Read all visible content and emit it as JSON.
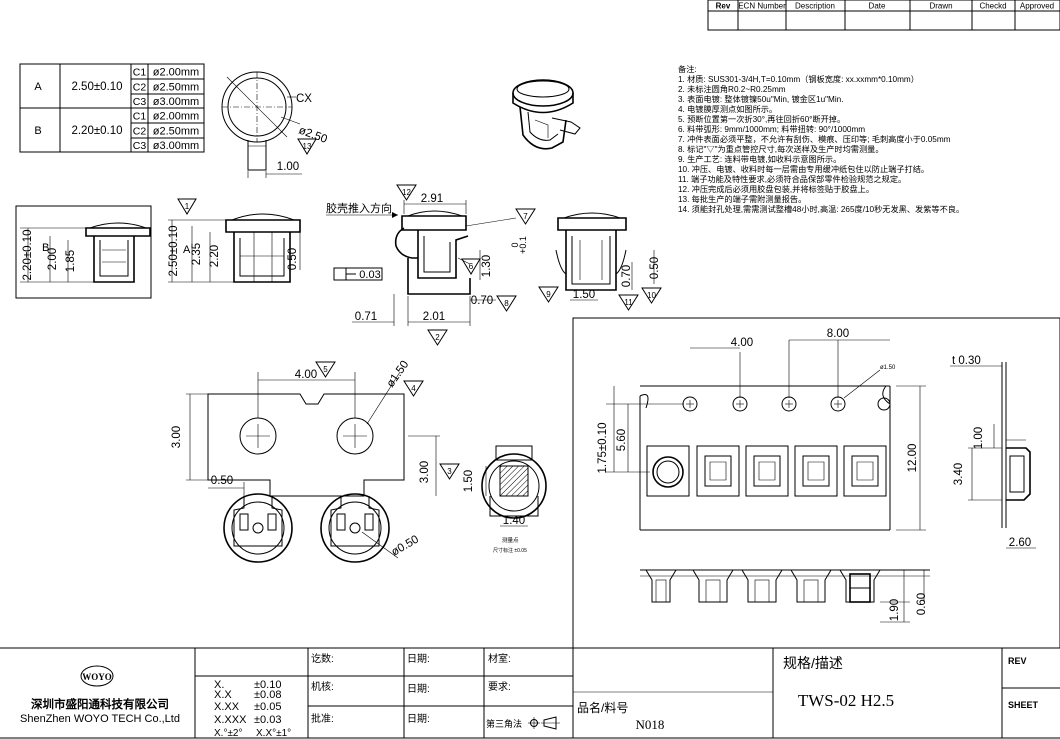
{
  "revision_table": {
    "headers": [
      "Rev",
      "ECN Number",
      "Description",
      "Date",
      "Drawn",
      "Checkd",
      "Approved"
    ]
  },
  "size_table": {
    "rows": [
      {
        "variant": "A",
        "dimension": "2.50±0.10",
        "options": [
          {
            "code": "C1",
            "dia": "ø2.00mm"
          },
          {
            "code": "C2",
            "dia": "ø2.50mm"
          },
          {
            "code": "C3",
            "dia": "ø3.00mm"
          }
        ]
      },
      {
        "variant": "B",
        "dimension": "2.20±0.10",
        "options": [
          {
            "code": "C1",
            "dia": "ø2.00mm"
          },
          {
            "code": "C2",
            "dia": "ø2.50mm"
          },
          {
            "code": "C3",
            "dia": "ø3.00mm"
          }
        ]
      }
    ]
  },
  "notes": {
    "title": "备注:",
    "items": [
      "1. 材质: SUS301-3/4H,T=0.10mm（钢板宽度: xx.xxmm*0.10mm）",
      "2. 未标注圆角R0.2~R0.25mm",
      "3. 表面电镀: 整体镀镍50u\"Min, 镀金区1u\"Min.",
      "4. 电镀膜厚测点如图所示。",
      "5. 预断位置第一次折30°,再往回折60°断开掉。",
      "6. 料带弧形: 9mm/1000mm; 料带扭转: 90°/1000mm",
      "7. 冲件表面必须平整，不允许有刮伤、模痕、压印等; 毛刺高度小于0.05mm",
      "8. 标记\"▽\"为重点管控尺寸,每次送样及生产时均需测量。",
      "9. 生产工艺: 连料带电镀,如收料示意图所示。",
      "10. 冲压、电镀、收料时每一层需由专用缓冲纸包住以防止端子打结。",
      "11. 端子功能及特性要求,必须符合品保部零件检验规范之规定。",
      "12. 冲压完成后必须用胶盘包装,并将标签贴于胶盘上。",
      "13. 每批生产的端子需附测量报告。",
      "14. 须能封孔处理,需需测试整槽48小时,高温: 265度/10秒无发黑、发紫等不良。"
    ]
  },
  "labels": {
    "push_direction": "胶壳推入方向",
    "cx": "CX",
    "measure_point": "测量点",
    "measure_sub": "尺寸标注 ±0.05"
  },
  "dims": {
    "top": {
      "d1": "ø2.50",
      "d2": "1.00",
      "b13": "13"
    },
    "side_left": {
      "a": "2.50±0.10",
      "b": "2.20±0.10",
      "v1": "2.00",
      "v2": "1.85",
      "v3": "2.35",
      "v4": "2.20",
      "v5": "0.50",
      "labA": "A",
      "labB": "B",
      "b1": "1"
    },
    "mid": {
      "w": "2.91",
      "b12": "12",
      "flat": "0.03",
      "w071": "0.71",
      "w201": "2.01",
      "b2": "2",
      "b6": "6",
      "h130": "1.30",
      "w070": "0.70",
      "b8": "8",
      "b7": "7",
      "tol": "0\n+0.1",
      "b9": "9",
      "w150": "1.50",
      "b11": "11",
      "b10": "10",
      "h070": "0.70",
      "h050": "0.50"
    },
    "bottom": {
      "p400": "4.00",
      "b5": "5",
      "d150": "ø1.50",
      "b4": "4",
      "h300": "3.00",
      "h300b": "3.00",
      "b3": "3",
      "w050": "0.50",
      "d050": "ø0.50",
      "h150": "1.50",
      "w140": "1.40"
    },
    "reel": {
      "p400": "4.00",
      "p800": "8.00",
      "d150": "ø1.50",
      "w1200": "12.00",
      "h175": "1.75±0.10",
      "h560": "5.60",
      "t": "t  0.30",
      "h100": "1.00",
      "h340": "3.40",
      "w260": "2.60",
      "h190": "1.90",
      "h060": "0.60"
    }
  },
  "title_block": {
    "company_cn": "深圳市盛阳通科技有限公司",
    "company_en": "ShenZhen  WOYO TECH  Co.,Ltd",
    "logo": "WOYO",
    "tolerances": [
      {
        "k": "X.",
        "v": "±0.10"
      },
      {
        "k": "X.X",
        "v": "±0.08"
      },
      {
        "k": "X.XX",
        "v": "±0.05"
      },
      {
        "k": "X.XXX",
        "v": "±0.03"
      },
      {
        "k": "X.°±2°",
        "v": "X.X°±1°"
      }
    ],
    "drafted": "讫数:",
    "checked": "机核:",
    "approved": "批准:",
    "date1": "日期:",
    "date2": "日期:",
    "date3": "日期:",
    "material": "材室:",
    "requirement": "要求:",
    "projection": "第三角法",
    "part_label": "品名/料号",
    "part_no": "N018",
    "spec_label": "规格/描述",
    "spec": "TWS-02  H2.5",
    "rev": "REV",
    "sheet": "SHEET"
  }
}
